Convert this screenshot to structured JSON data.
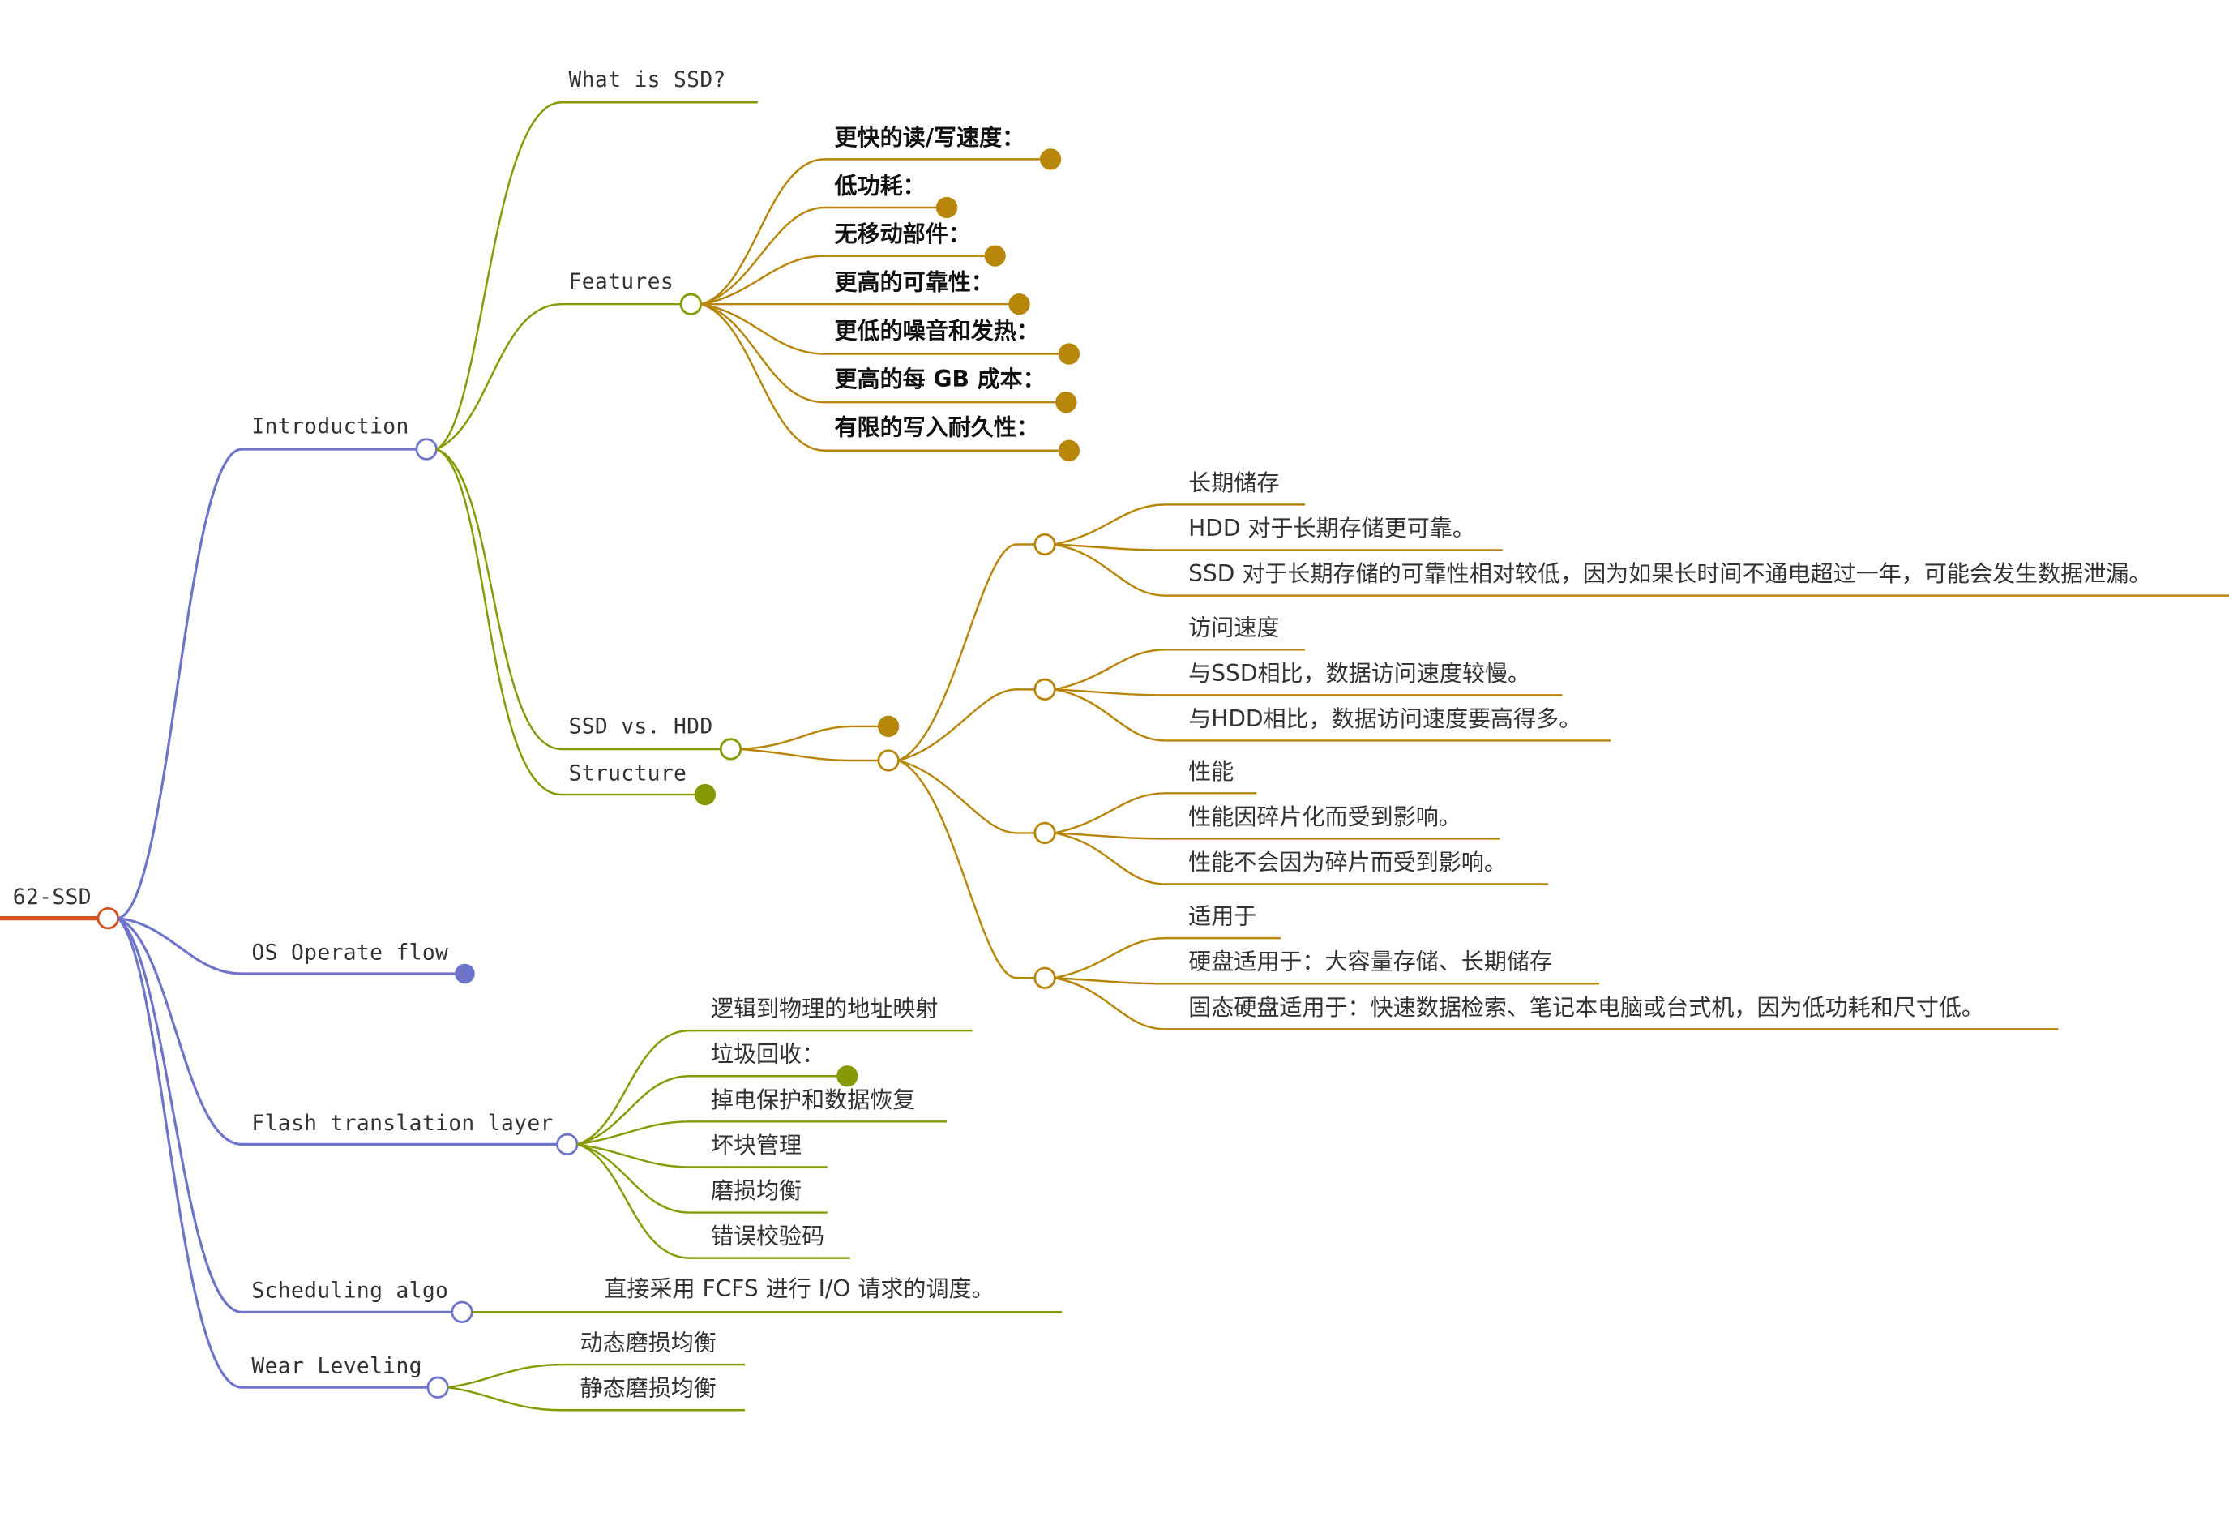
{
  "colors": {
    "root": "#D4521E",
    "level1": "#6E74C9",
    "level2": "#879A05",
    "level3": "#B8860B",
    "text": "#333333"
  },
  "root": {
    "label": "62-SSD"
  },
  "level1": {
    "introduction": "Introduction",
    "os_operate_flow": "OS Operate flow",
    "flash_translation_layer": "Flash translation layer",
    "scheduling_algo": "Scheduling algo",
    "wear_leveling": "Wear Leveling"
  },
  "introduction": {
    "what_is_ssd": "What is SSD?",
    "features": "Features",
    "ssd_vs_hdd": "SSD vs. HDD",
    "structure": "Structure"
  },
  "features": [
    "更快的读/写速度：",
    "低功耗：",
    "无移动部件：",
    "更高的可靠性：",
    "更低的噪音和发热：",
    "更高的每 GB 成本：",
    "有限的写入耐久性："
  ],
  "ssd_vs_hdd": {
    "groups": [
      {
        "title": "长期储存",
        "items": [
          "HDD  对于长期存储更可靠。",
          "SSD  对于长期存储的可靠性相对较低，因为如果长时间不通电超过一年，可能会发生数据泄漏。"
        ]
      },
      {
        "title": "访问速度",
        "items": [
          "与SSD相比，数据访问速度较慢。",
          "与HDD相比，数据访问速度要高得多。"
        ]
      },
      {
        "title": "性能",
        "items": [
          "性能因碎片化而受到影响。",
          "性能不会因为碎片而受到影响。"
        ]
      },
      {
        "title": "适用于",
        "items": [
          "硬盘适用于：大容量存储、长期储存",
          "固态硬盘适用于：快速数据检索、笔记本电脑或台式机，因为低功耗和尺寸低。"
        ]
      }
    ]
  },
  "ftl": [
    "逻辑到物理的地址映射",
    "垃圾回收：",
    "掉电保护和数据恢复",
    "坏块管理",
    "磨损均衡",
    "错误校验码"
  ],
  "scheduling": {
    "detail": "直接采用  FCFS  进行  I/O  请求的调度。"
  },
  "wear_leveling": [
    "动态磨损均衡",
    "静态磨损均衡"
  ]
}
